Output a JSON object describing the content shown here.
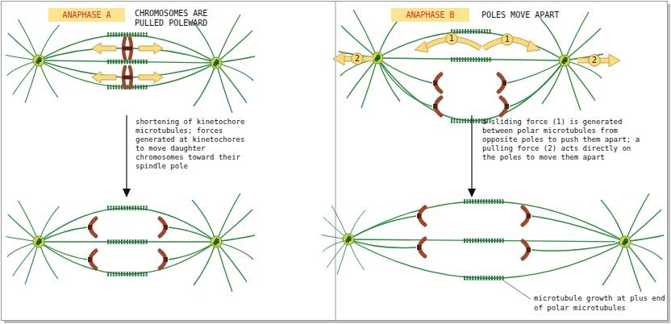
{
  "diagram": {
    "nodes": [
      {
        "text": [
          "ANAPHASE A"
        ]
      },
      {
        "text": [
          "ANAPHASE B"
        ]
      },
      {
        "text": [
          "1"
        ]
      },
      {
        "text": [
          "1"
        ]
      },
      {
        "text": [
          "2"
        ]
      },
      {
        "text": [
          "2"
        ]
      }
    ],
    "labels": [
      "CHROMOSOMES ARE PULLED POLEWARD",
      "shortening of kinetochore microtubules; forces generated at kinetochores to move daughter chromosomes toward their spindle pole",
      "POLES MOVE APART",
      "a sliding force (1) is generated between polar microtubules from opposite poles to push them apart; a pulling force (2) acts directly on the poles to move them apart",
      "microtubule growth at plus end of polar microtubules"
    ]
  }
}
